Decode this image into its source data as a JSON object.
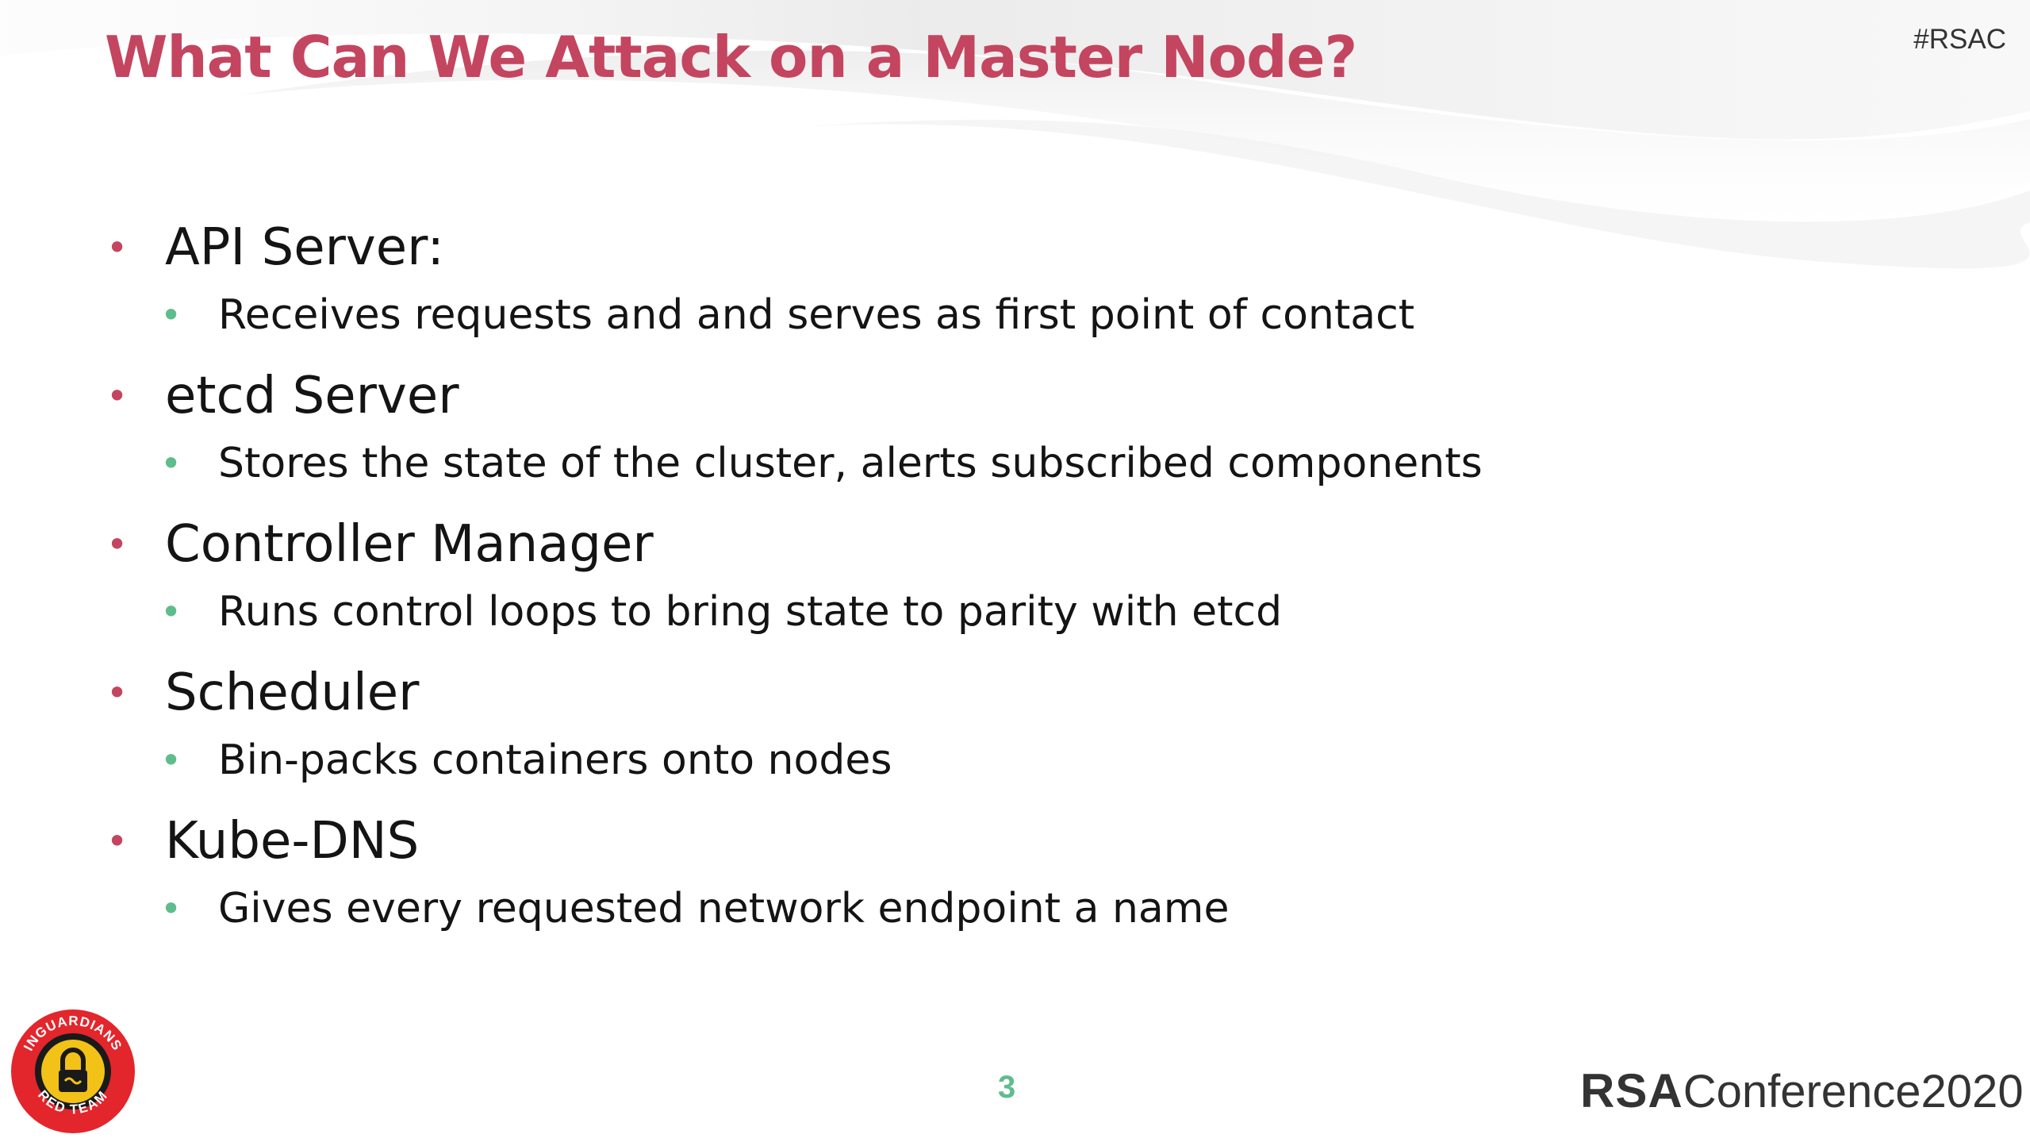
{
  "slide": {
    "title": "What Can We Attack on a Master Node?",
    "hashtag": "#RSAC",
    "page_number": "3"
  },
  "bullets": [
    {
      "label": "API Server:",
      "sub": "Receives requests and and serves as first point of contact"
    },
    {
      "label": "etcd Server",
      "sub": "Stores the state of the cluster, alerts subscribed components"
    },
    {
      "label": "Controller Manager",
      "sub": "Runs control loops to bring state to parity with etcd"
    },
    {
      "label": "Scheduler",
      "sub": "Bin-packs containers onto nodes"
    },
    {
      "label": "Kube-DNS",
      "sub": "Gives every requested network endpoint a name"
    }
  ],
  "footer": {
    "brand_mark": "RSA",
    "brand_text": "Conference2020",
    "badge_top_text": "INGUARDIANS",
    "badge_bottom_text": "RED TEAM"
  },
  "colors": {
    "title": "#c4455f",
    "bullet_level1": "#c4455f",
    "bullet_level2": "#5fbd8d",
    "page_number": "#5fbd8d",
    "badge_red": "#e2262c",
    "badge_yellow": "#f2c218"
  },
  "icons": {
    "badge": "inguardians-red-team-lock-badge"
  }
}
